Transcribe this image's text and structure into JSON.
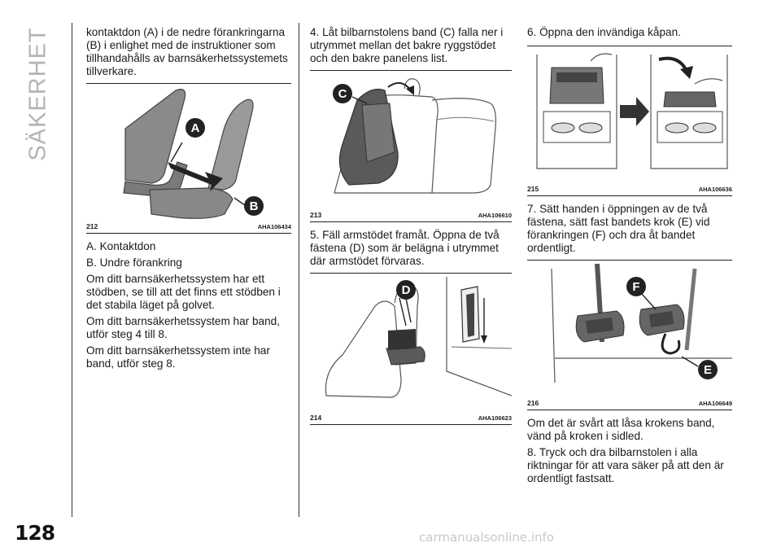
{
  "section_title": "SÄKERHET",
  "page_number": "128",
  "watermark": "carmanualsonline.info",
  "col1": {
    "intro": "kontaktdon (A) i de nedre förankringarna (B) i enlighet med de instruktioner som tillhandahålls av barnsäkerhetssystemets tillverkare.",
    "fig": {
      "num": "212",
      "code": "AHA106434",
      "labels": [
        "A",
        "B"
      ]
    },
    "items": [
      "A. Kontaktdon",
      "B. Undre förankring"
    ],
    "paras": [
      "Om ditt barnsäkerhetssystem har ett stödben, se till att det finns ett stödben i det stabila läget på golvet.",
      "Om ditt barnsäkerhetssystem har band, utför steg 4 till 8.",
      "Om ditt barnsäkerhetssystem inte har band, utför steg 8."
    ]
  },
  "col2": {
    "step4": "4. Låt bilbarnstolens band (C) falla ner i utrymmet mellan det bakre ryggstödet och den bakre panelens list.",
    "fig1": {
      "num": "213",
      "code": "AHA106610",
      "label": "C"
    },
    "step5": "5. Fäll armstödet framåt. Öppna de två fästena (D) som är belägna i utrymmet där armstödet förvaras.",
    "fig2": {
      "num": "214",
      "code": "AHA106623",
      "label": "D"
    }
  },
  "col3": {
    "step6": "6. Öppna den invändiga kåpan.",
    "fig1": {
      "num": "215",
      "code": "AHA106636"
    },
    "step7": "7. Sätt handen i öppningen av de två fästena, sätt fast bandets krok (E) vid förankringen (F) och dra åt bandet ordentligt.",
    "fig2": {
      "num": "216",
      "code": "AHA106649",
      "labels": [
        "F",
        "E"
      ]
    },
    "para1": "Om det är svårt att låsa krokens band, vänd på kroken i sidled.",
    "step8": "8. Tryck och dra bilbarnstolen i alla riktningar för att vara säker på att den är ordentligt fastsatt."
  }
}
